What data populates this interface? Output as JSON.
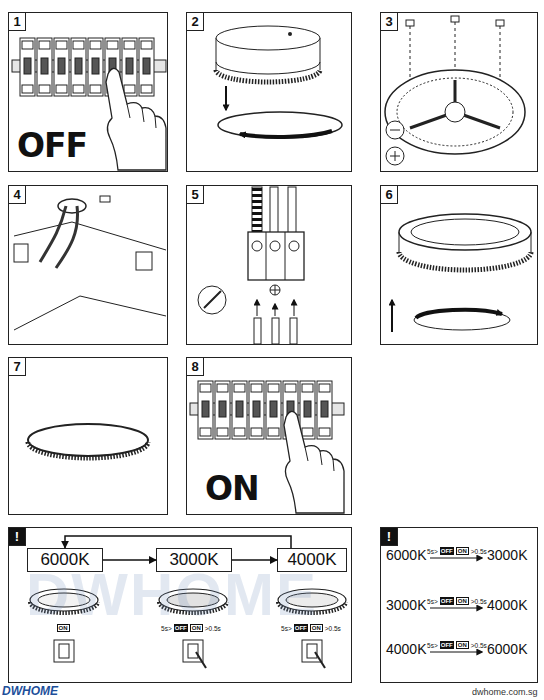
{
  "diagram": {
    "nodes": [
      {
        "text": [
          "1",
          "OFF"
        ]
      },
      {
        "text": [
          "2"
        ]
      },
      {
        "text": [
          "3"
        ]
      },
      {
        "text": [
          "4"
        ]
      },
      {
        "text": [
          "5"
        ]
      },
      {
        "text": [
          "6"
        ]
      },
      {
        "text": [
          "7"
        ]
      },
      {
        "text": [
          "8",
          "ON"
        ]
      },
      {
        "text": [
          "!"
        ]
      },
      {
        "text": [
          "6000K"
        ],
        "in": 8
      },
      {
        "text": [
          "3000K"
        ],
        "in": 8
      },
      {
        "text": [
          "4000K"
        ],
        "in": 8
      },
      {
        "text": [
          "!"
        ]
      }
    ],
    "edges": [
      {
        "from": 9,
        "to": 10,
        "arrow": "to"
      },
      {
        "from": 10,
        "to": 11,
        "arrow": "to"
      },
      {
        "from": 11,
        "to": 9,
        "arrow": "to"
      }
    ],
    "labels": [
      "ON",
      "5s>",
      "OFF",
      "ON",
      ">0.5s",
      "5s>",
      "OFF",
      "ON",
      ">0.5s",
      "6000K",
      "5s>",
      "OFF",
      "ON",
      ">0.5s",
      "3000K",
      "3000K",
      "5s>",
      "OFF",
      "ON",
      ">0.5s",
      "4000K",
      "4000K",
      "5s>",
      "OFF",
      "ON",
      ">0.5s",
      "6000K",
      "DWHOME",
      "DWHOME",
      "dwhome.com.sg"
    ]
  }
}
